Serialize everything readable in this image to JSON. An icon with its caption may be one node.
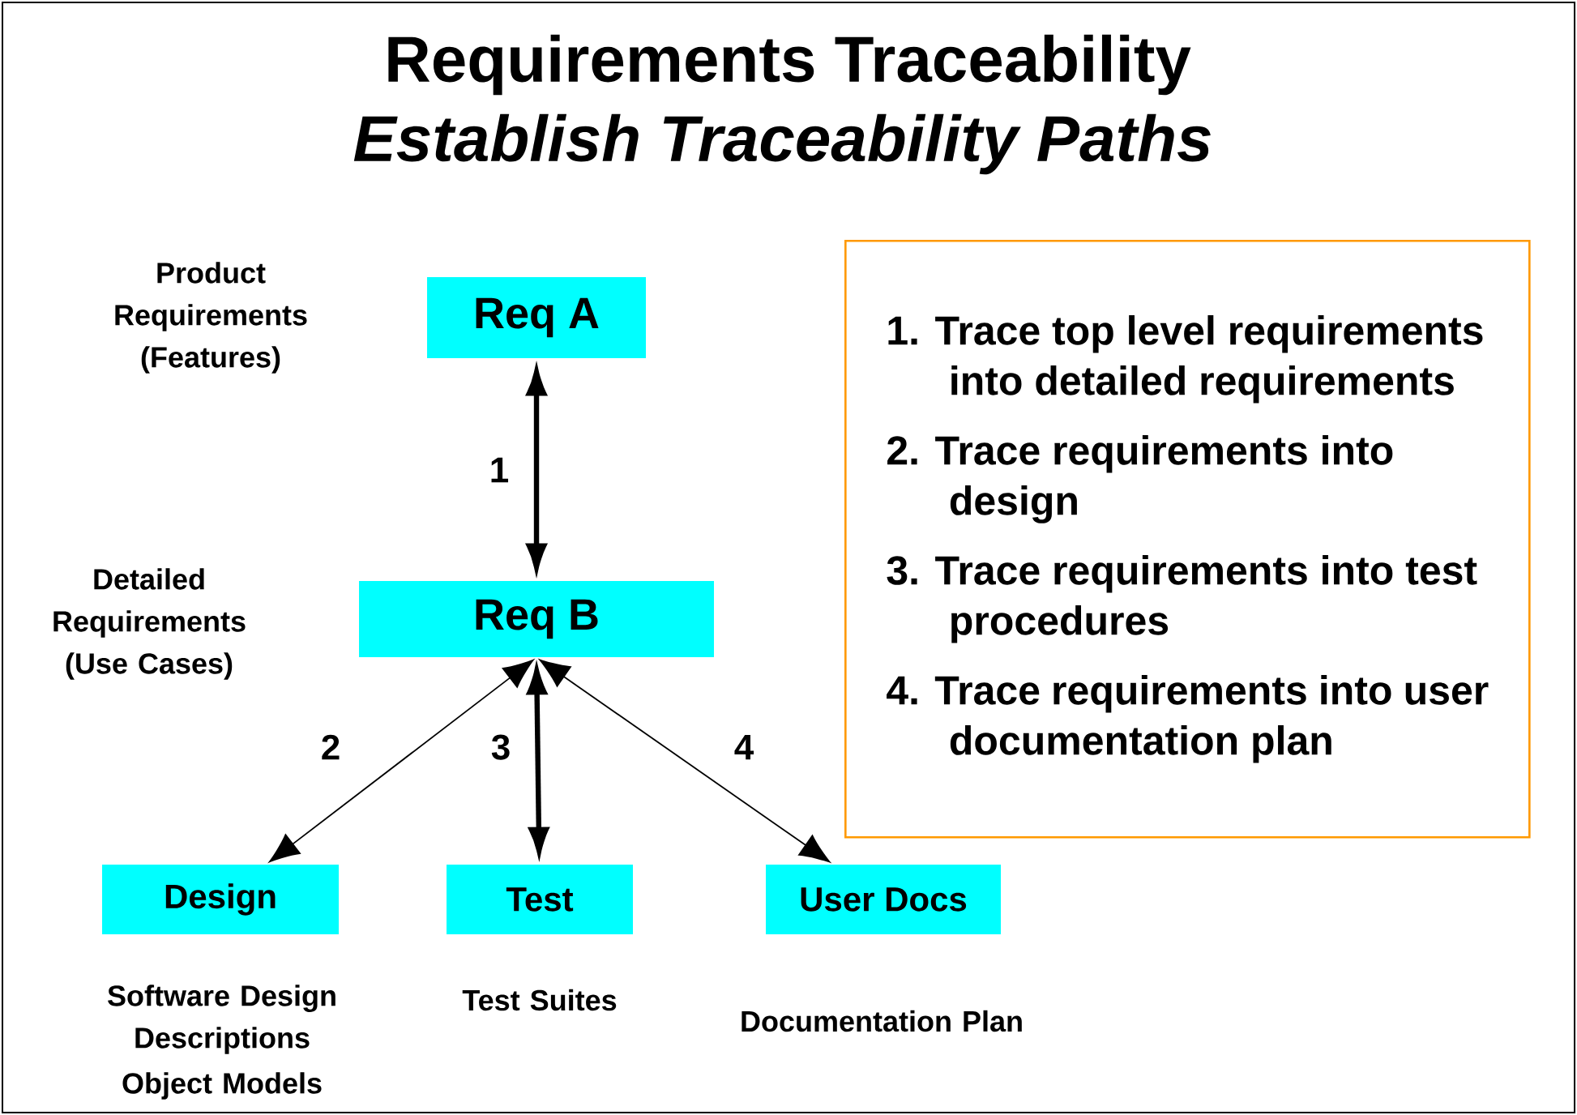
{
  "diagram": {
    "title": "Requirements Traceability",
    "nodes": [
      {
        "text": [
          "Req A"
        ]
      },
      {
        "text": [
          "Req B"
        ],
        "beside": [
          "Detailed Requirements (Use Cases)"
        ]
      },
      {
        "text": [
          "Design"
        ],
        "beside": [
          "Software Design Descriptions",
          "Object Models"
        ]
      },
      {
        "text": [
          "Test"
        ],
        "beside": [
          "Test Suites"
        ]
      },
      {
        "text": [
          "User Docs"
        ],
        "beside": [
          "Documentation Plan"
        ]
      },
      {
        "text": [
          "1. Trace top level requirements into detailed requirements",
          "2. Trace requirements into design",
          "3. Trace requirements into test procedures",
          "4. Trace requirements into user documentation plan"
        ]
      }
    ],
    "edges": [
      {
        "from": 0,
        "to": 1,
        "arrow": "both",
        "label": "1",
        "style": "thick"
      },
      {
        "from": 1,
        "to": 2,
        "arrow": "both",
        "label": "2"
      },
      {
        "from": 1,
        "to": 3,
        "arrow": "both",
        "label": "3",
        "style": "thick"
      },
      {
        "from": 1,
        "to": 4,
        "arrow": "both",
        "label": "4"
      }
    ],
    "labels": [
      "Establish Traceability Paths",
      "Product Requirements (Features)"
    ]
  }
}
